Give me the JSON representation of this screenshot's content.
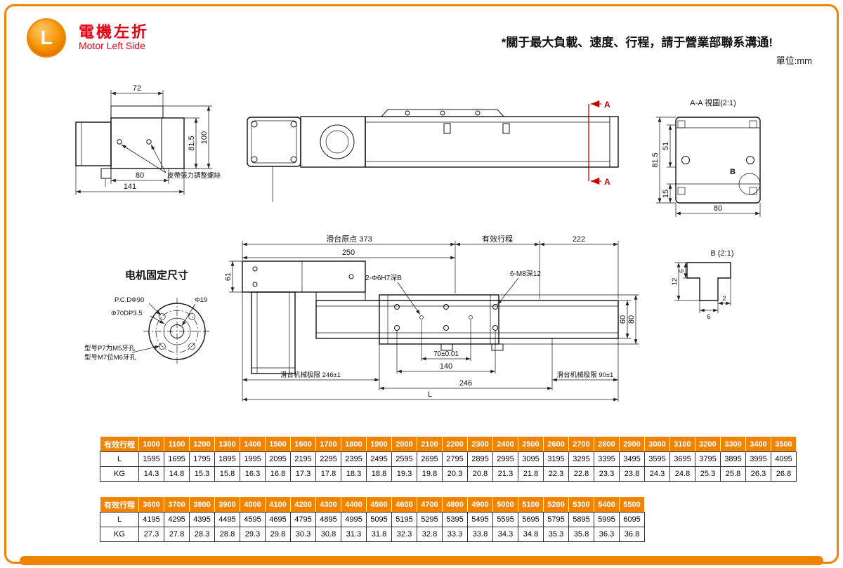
{
  "page": {
    "badge_letter": "L",
    "title_cn": "電機左折",
    "title_en": "Motor Left Side",
    "note": "*關于最大負載、速度、行程，請于營業部聯系溝通!",
    "unit_label": "單位:mm"
  },
  "colors": {
    "accent_orange": "#F08300",
    "title_red": "#E60012",
    "section_red": "#C00000",
    "line_black": "#111111"
  },
  "left_view": {
    "dim_72": "72",
    "dim_100": "100",
    "dim_81_5": "81.5",
    "dim_80": "80",
    "dim_141": "141",
    "callout_belt": "皮帶張力調整螺絲"
  },
  "top_view": {
    "section_label": "A"
  },
  "section_aa": {
    "title": "A-A 視圖(2:1)",
    "dim_81_5": "81.5",
    "dim_51": "51",
    "dim_15": "15",
    "dim_80": "80",
    "balloon": "B"
  },
  "motor_mount": {
    "title": "电机固定尺寸",
    "pcd": "P.C.DΦ90",
    "dia_19": "Φ19",
    "dia_70": "Φ70DP3.5",
    "note_line1": "型号P7为M5牙孔",
    "note_line2": "型号M7位M6牙孔"
  },
  "side_view": {
    "dim_origin": "滑台原点 373",
    "dim_stroke_label": "有效行程",
    "dim_222": "222",
    "dim_250": "250",
    "dim_61": "61",
    "callout_pin": "2-Φ6H7深B",
    "callout_m8": "6-M8深12",
    "dim_70": "70±0.01",
    "dim_140": "140",
    "dim_246": "246",
    "dim_60": "60",
    "dim_80": "80",
    "limit_left": "滑台机械极限 246±1",
    "limit_right": "滑台机械极限 90±1",
    "dim_L": "L"
  },
  "detail_b": {
    "title": "B (2:1)",
    "dim_12": "12",
    "dim_6a": "6",
    "dim_2": "2",
    "dim_6b": "6"
  },
  "tables": [
    {
      "header_label": "有效行程",
      "strokes": [
        "1000",
        "1100",
        "1200",
        "1300",
        "1400",
        "1500",
        "1600",
        "1700",
        "1800",
        "1900",
        "2000",
        "2100",
        "2200",
        "2300",
        "2400",
        "2500",
        "2600",
        "2700",
        "2800",
        "2900",
        "3000",
        "3100",
        "3200",
        "3300",
        "3400",
        "3500"
      ],
      "rows": [
        {
          "label": "L",
          "values": [
            "1595",
            "1695",
            "1795",
            "1895",
            "1995",
            "2095",
            "2195",
            "2295",
            "2395",
            "2495",
            "2595",
            "2695",
            "2795",
            "2895",
            "2995",
            "3095",
            "3195",
            "3295",
            "3395",
            "3495",
            "3595",
            "3695",
            "3795",
            "3895",
            "3995",
            "4095"
          ]
        },
        {
          "label": "KG",
          "values": [
            "14.3",
            "14.8",
            "15.3",
            "15.8",
            "16.3",
            "16.8",
            "17.3",
            "17.8",
            "18.3",
            "18.8",
            "19.3",
            "19.8",
            "20.3",
            "20.8",
            "21.3",
            "21.8",
            "22.3",
            "22.8",
            "23.3",
            "23.8",
            "24.3",
            "24.8",
            "25.3",
            "25.8",
            "26.3",
            "26.8"
          ]
        }
      ]
    },
    {
      "header_label": "有效行程",
      "strokes": [
        "3600",
        "3700",
        "3800",
        "3900",
        "4000",
        "4100",
        "4200",
        "4300",
        "4400",
        "4500",
        "4600",
        "4700",
        "4800",
        "4900",
        "5000",
        "5100",
        "5200",
        "5300",
        "5400",
        "5500"
      ],
      "rows": [
        {
          "label": "L",
          "values": [
            "4195",
            "4295",
            "4395",
            "4495",
            "4595",
            "4695",
            "4795",
            "4895",
            "4995",
            "5095",
            "5195",
            "5295",
            "5395",
            "5495",
            "5595",
            "5695",
            "5795",
            "5895",
            "5995",
            "6095"
          ]
        },
        {
          "label": "KG",
          "values": [
            "27.3",
            "27.8",
            "28.3",
            "28.8",
            "29.3",
            "29.8",
            "30.3",
            "30.8",
            "31.3",
            "31.8",
            "32.3",
            "32.8",
            "33.3",
            "33.8",
            "34.3",
            "34.8",
            "35.3",
            "35.8",
            "36.3",
            "36.8"
          ]
        }
      ]
    }
  ]
}
